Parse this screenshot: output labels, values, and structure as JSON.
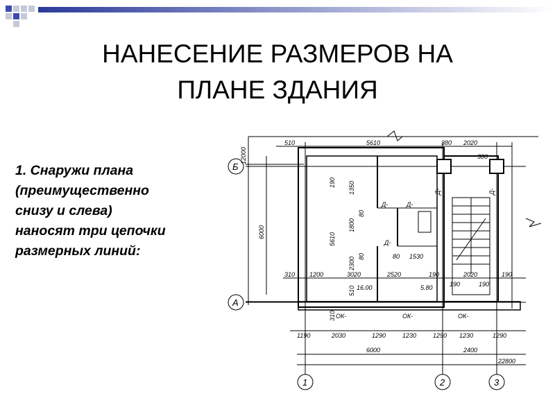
{
  "slide": {
    "title_lines": [
      "НАНЕСЕНИЕ РАЗМЕРОВ НА",
      "ПЛАНЕ ЗДАНИЯ"
    ],
    "bullet_text": "1. Снаружи плана\n(преимущественно\nснизу и слева)\nнаносят три цепочки\nразмерных линий:"
  },
  "plan": {
    "axis_labels": {
      "b": "Б",
      "a": "А",
      "n1": "1",
      "n2": "2",
      "n3": "3"
    },
    "top_dims": {
      "d510": "510",
      "d5610": "5610",
      "d380a": "380",
      "d2020": "2020",
      "d380b": "380"
    },
    "left_dims": {
      "d12000": "12000",
      "d6000": "6000"
    },
    "inner_vertical": {
      "d190": "190",
      "d1350": "1350",
      "d5610": "5610",
      "d1800": "1800",
      "d2300": "2300",
      "d510": "510",
      "d310": "310"
    },
    "inner_labels": {
      "v80a": "80",
      "v80b": "80",
      "h80": "80",
      "d1530": "1530",
      "area1": "16.00",
      "area2": "5.80",
      "door1": "Д-",
      "door2": "Д-",
      "door3": "Д-",
      "door4": "Д-",
      "door5": "Д-"
    },
    "mid_dims": {
      "d310": "310",
      "d1200": "1200",
      "d3020": "3020",
      "d2520": "2520",
      "d190a": "190",
      "d2020": "2020",
      "d190b": "190",
      "d190c": "190",
      "d190d": "190"
    },
    "window_labels": {
      "ok1": "ОК-",
      "ok2": "ОК-",
      "ok3": "ОК-"
    },
    "bottom_chain1": {
      "d1190": "1190",
      "d2030": "2030",
      "d1290a": "1290",
      "d1230a": "1230",
      "d1290b": "1290",
      "d1230b": "1230",
      "d1290c": "1290"
    },
    "bottom_chain2": {
      "d6000": "6000",
      "d2400": "2400"
    },
    "bottom_chain3": {
      "d22800": "22800"
    }
  },
  "colors": {
    "deco_blue_dark": "#3c4cae",
    "deco_gray": "#c6c9d8",
    "gradient_start": "#2b3a9a",
    "gradient_end": "#ffffff"
  }
}
